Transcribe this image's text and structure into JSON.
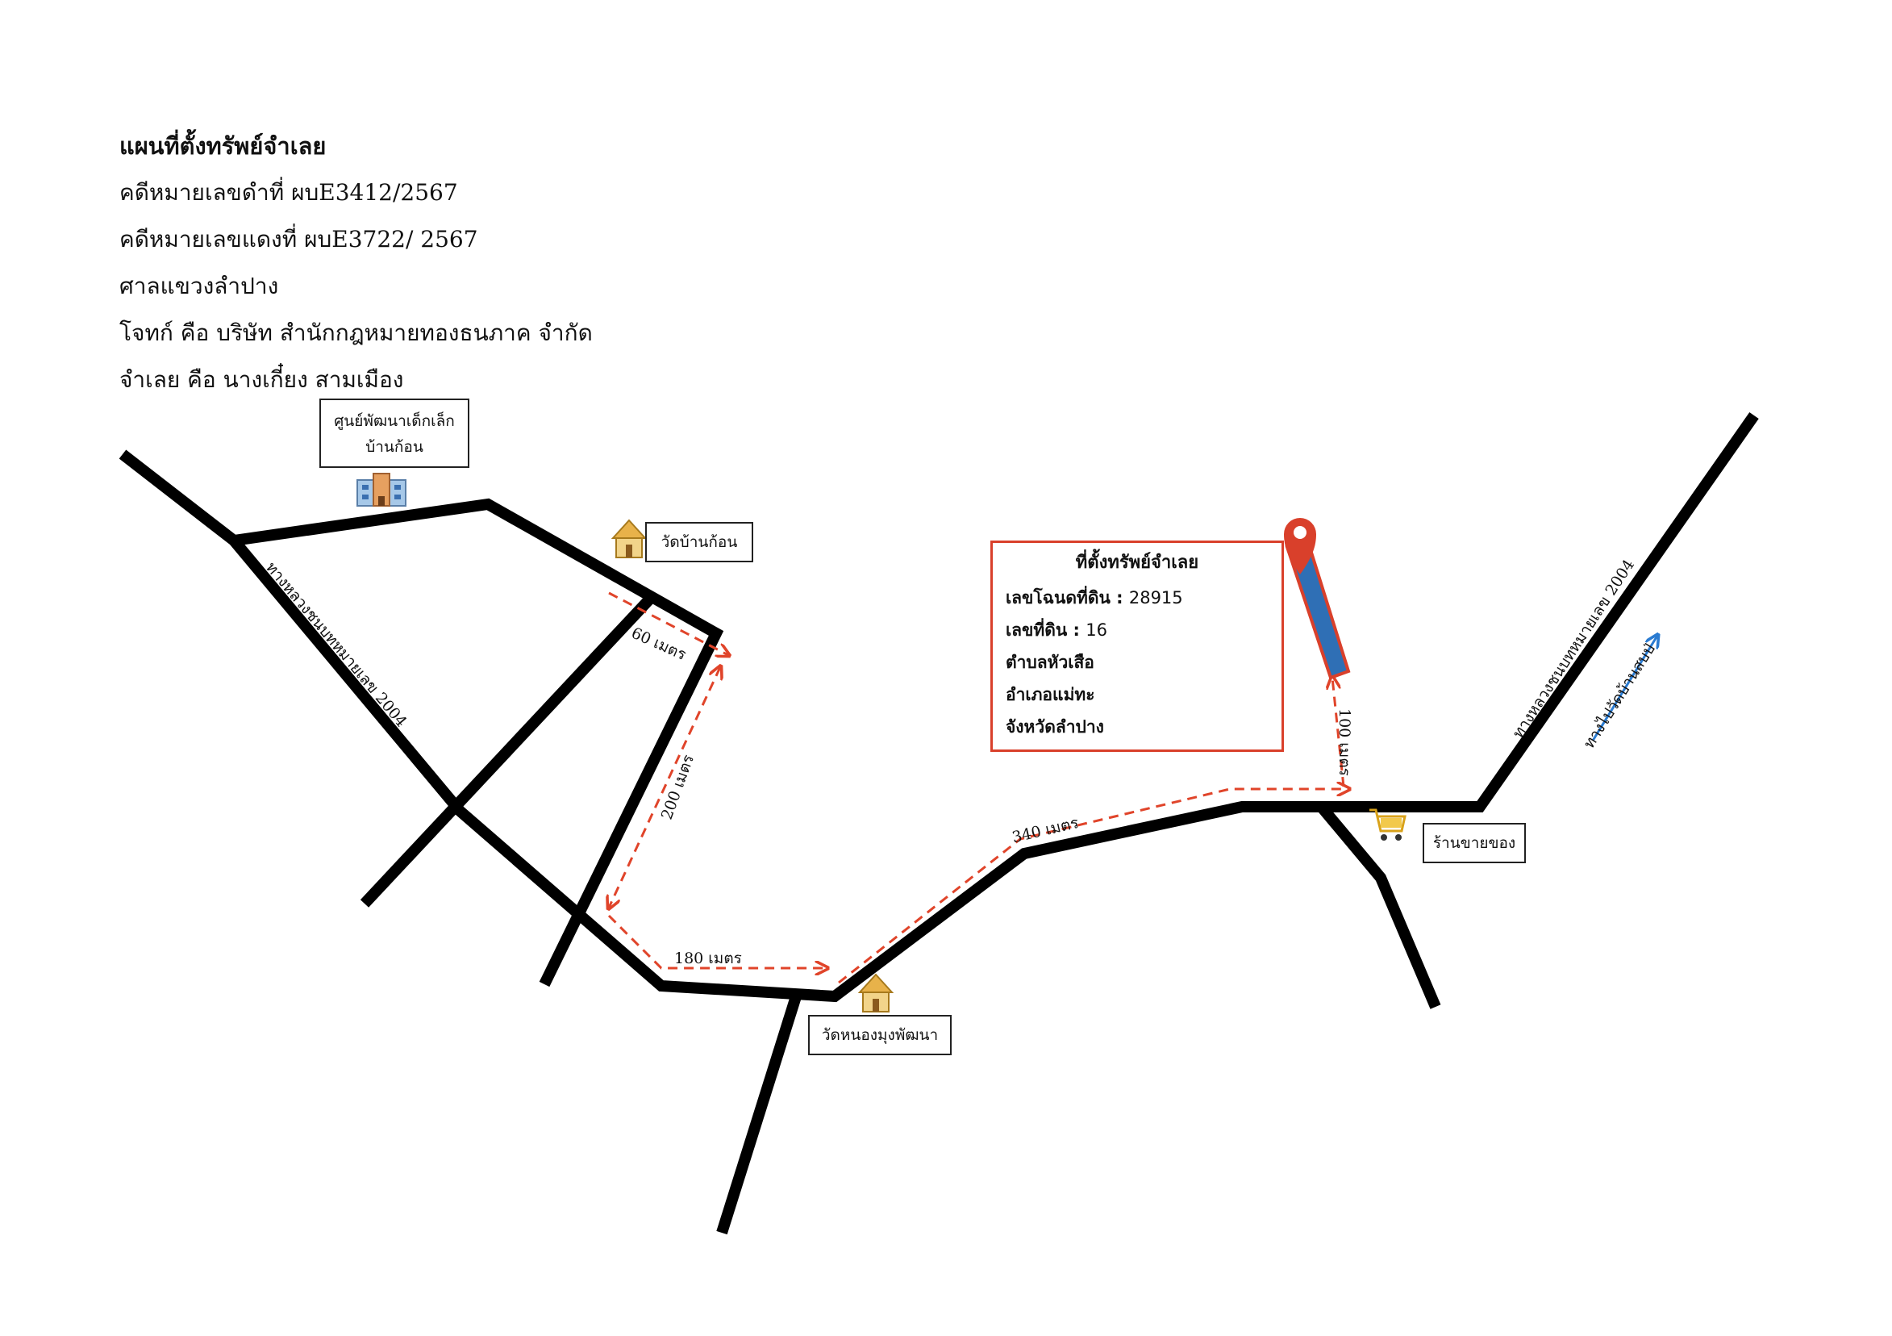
{
  "header": {
    "title": "แผนที่ตั้งทรัพย์จำเลย",
    "case_black": "คดีหมายเลขดำที่ ผบE3412/2567",
    "case_red": "คดีหมายเลขแดงที่ ผบE3722/ 2567",
    "court": "ศาลแขวงลำปาง",
    "plaintiff": "โจทก์ คือ บริษัท สำนักกฎหมายทองธนภาค จำกัด",
    "defendant": "จำเลย คือ นางเกี๋ยง สามเมือง"
  },
  "landmarks": {
    "childcare_line1": "ศูนย์พัฒนาเด็กเล็ก",
    "childcare_line2": "บ้านก้อน",
    "temple_north": "วัดบ้านก้อน",
    "temple_south": "วัดหนองมุงพัฒนา",
    "shop": "ร้านขายของ"
  },
  "property": {
    "title": "ที่ตั้งทรัพย์จำเลย",
    "deed_label": "เลขโฉนดที่ดิน :",
    "deed_value": "28915",
    "land_no_label": "เลขที่ดิน  :",
    "land_no_value": "16",
    "subdistrict": "ตำบลหัวเสือ",
    "district": "อำเภอแม่ทะ",
    "province": "จังหวัดลำปาง"
  },
  "roads": {
    "highway_left": "ทางหลวงชนบทหมายเลข 2004",
    "highway_right": "ทางหลวงชนบทหมายเลข 2004",
    "direction": "ทางไปวัดบ้านสบป่"
  },
  "distances": {
    "d60": "60 เมตร",
    "d200": "200 เมตร",
    "d180": "180 เมตร",
    "d340": "340 เมตร",
    "d100": "100 เมตร"
  },
  "colors": {
    "road": "#000000",
    "route": "#e0442a",
    "plot_fill": "#2f6fb5",
    "plot_border": "#d9402b",
    "pin": "#d9402b",
    "direction_arrow": "#2a7bd1",
    "box_border": "#d9402b"
  },
  "icons": {
    "childcare": "school-building-icon",
    "temple": "temple-icon",
    "shop": "shopping-cart-icon",
    "property": "location-pin-icon"
  }
}
